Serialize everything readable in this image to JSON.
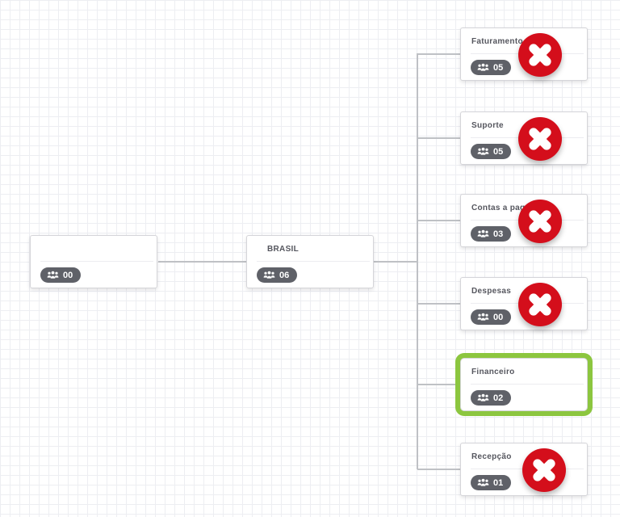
{
  "app": {
    "view": "organization-chart-canvas"
  },
  "colors": {
    "remove_red": "#d40e1b",
    "selected_green": "#8cc63f",
    "badge_bg": "#5f6168",
    "connector_gray": "#bfc1c5",
    "grid_line": "#edeef2"
  },
  "icons": {
    "members": "users-icon",
    "remove": "x-mark-icon"
  },
  "nodes": [
    {
      "title": "",
      "count": "00",
      "removable": false,
      "selected": false
    },
    {
      "title": "BRASIL",
      "count": "06",
      "removable": false,
      "selected": false
    },
    {
      "title": "Faturamento",
      "count": "05",
      "removable": true,
      "selected": false
    },
    {
      "title": "Suporte",
      "count": "05",
      "removable": true,
      "selected": false
    },
    {
      "title": "Contas a pagar",
      "count": "03",
      "removable": true,
      "selected": false
    },
    {
      "title": "Despesas",
      "count": "00",
      "removable": true,
      "selected": false
    },
    {
      "title": "Financeiro",
      "count": "02",
      "removable": false,
      "selected": true
    },
    {
      "title": "Recepção",
      "count": "01",
      "removable": true,
      "selected": false
    }
  ]
}
